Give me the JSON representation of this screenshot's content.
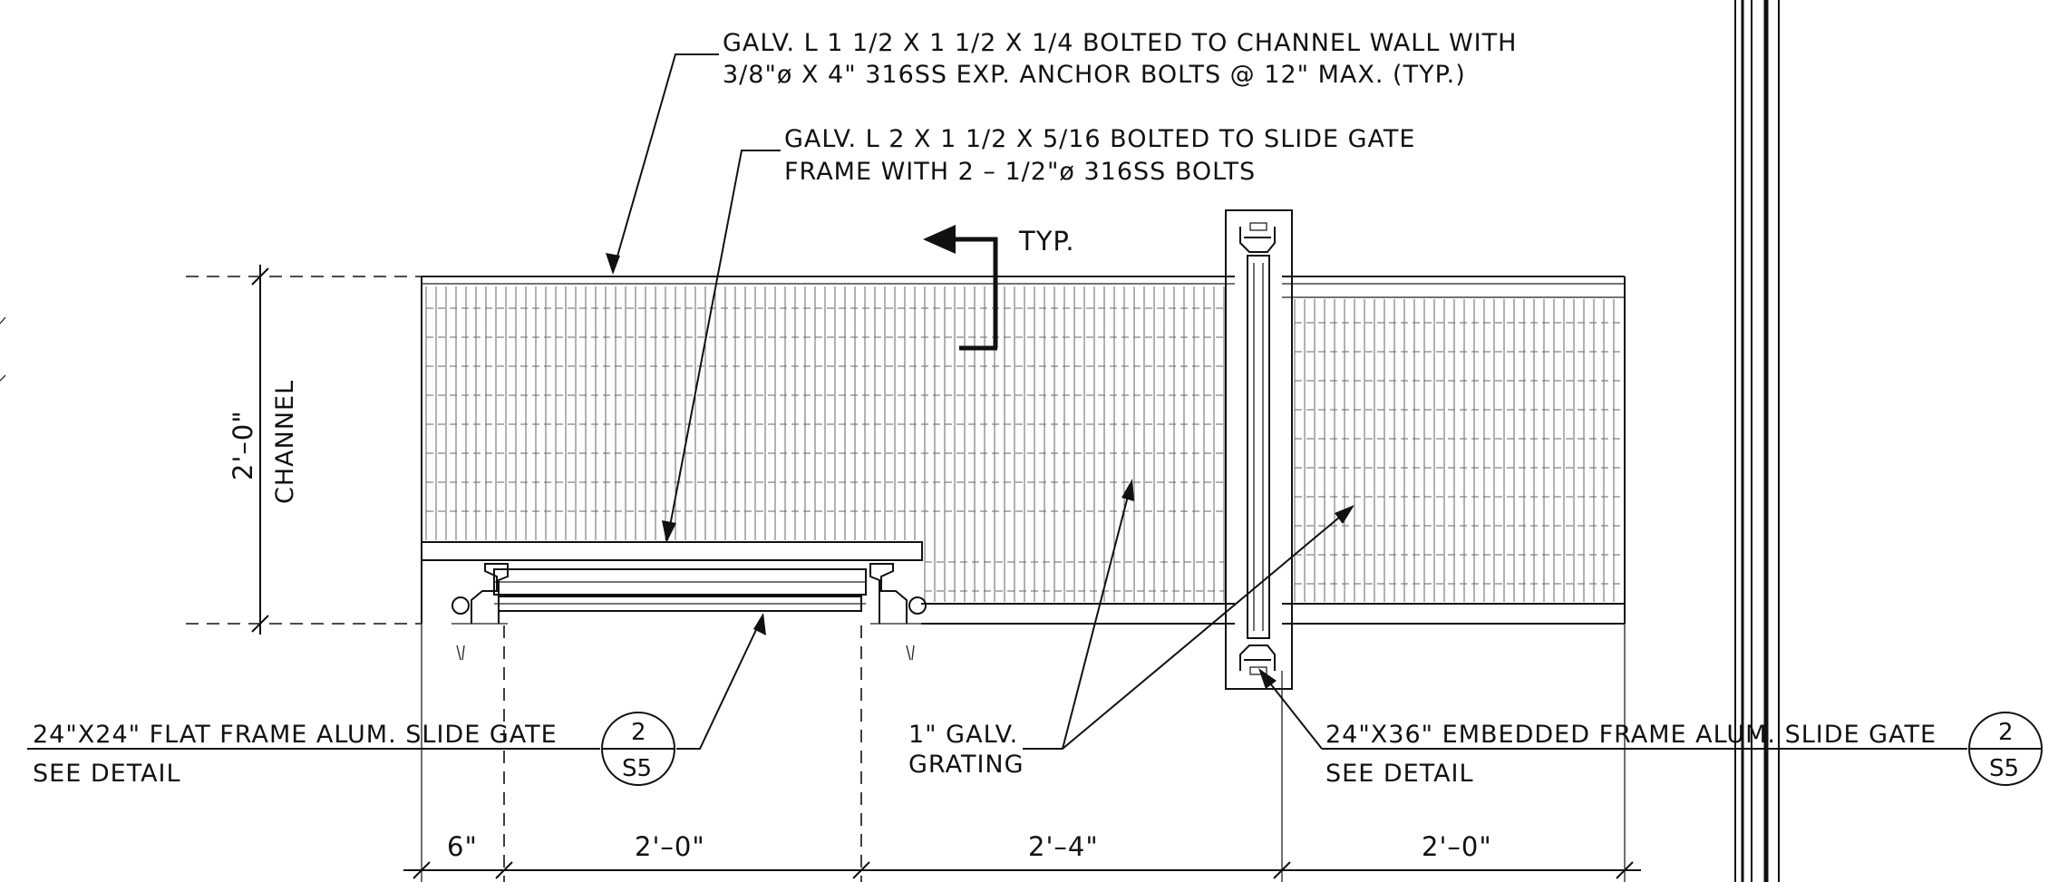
{
  "notes": {
    "angle_wall_line1": "GALV. L 1 1/2 X 1 1/2 X 1/4 BOLTED TO CHANNEL WALL WITH",
    "angle_wall_line2": "3/8\"ø X 4\" 316SS EXP. ANCHOR BOLTS @ 12\" MAX. (TYP.)",
    "angle_gate_line1": "GALV. L 2 X 1 1/2 X 5/16 BOLTED TO SLIDE GATE",
    "angle_gate_line2": "FRAME WITH 2 – 1/2\"ø 316SS BOLTS",
    "typ": "TYP.",
    "channel_width": "2'–0\"",
    "channel_label": "CHANNEL",
    "flat_gate_line1": "24\"X24\" FLAT FRAME ALUM. SLIDE GATE",
    "flat_gate_line2": "SEE DETAIL",
    "grating_line1": "1\" GALV.",
    "grating_line2": "GRATING",
    "embedded_gate_line1": "24\"X36\" EMBEDDED FRAME ALUM. SLIDE GATE",
    "embedded_gate_line2": "SEE DETAIL"
  },
  "detail_refs": [
    {
      "number": "2",
      "sheet": "S5"
    },
    {
      "number": "2",
      "sheet": "S5"
    }
  ],
  "dimensions": [
    "6\"",
    "2'–0\"",
    "2'–4\"",
    "2'–0\""
  ]
}
